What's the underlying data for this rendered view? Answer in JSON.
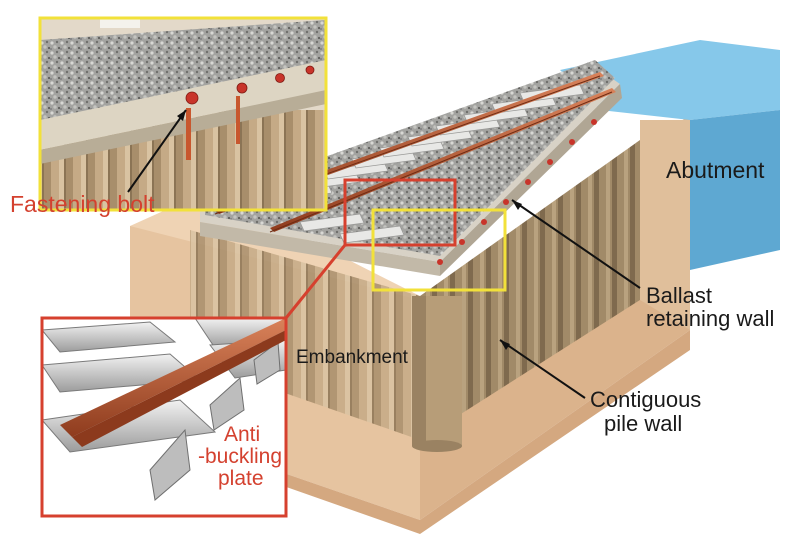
{
  "labels": {
    "fastening_bolt": "Fastening bolt",
    "abutment": "Abutment",
    "ballast_line1": "Ballast",
    "ballast_line2": "retaining wall",
    "embankment": "Embankment",
    "contiguous_line1": "Contiguous",
    "contiguous_line2": "pile wall",
    "anti_line1": "Anti",
    "anti_line2": "-buckling",
    "anti_line3": "plate"
  },
  "colors": {
    "callout_yellow": "#f2e13a",
    "callout_red": "#d6402e",
    "label_red": "#d4412f",
    "rail": "#b0502e",
    "embankment": "#e8c8a6",
    "pile": "#c9b08c",
    "abutment_water": "#7fc2e6",
    "ballast": "#9a9a98"
  }
}
